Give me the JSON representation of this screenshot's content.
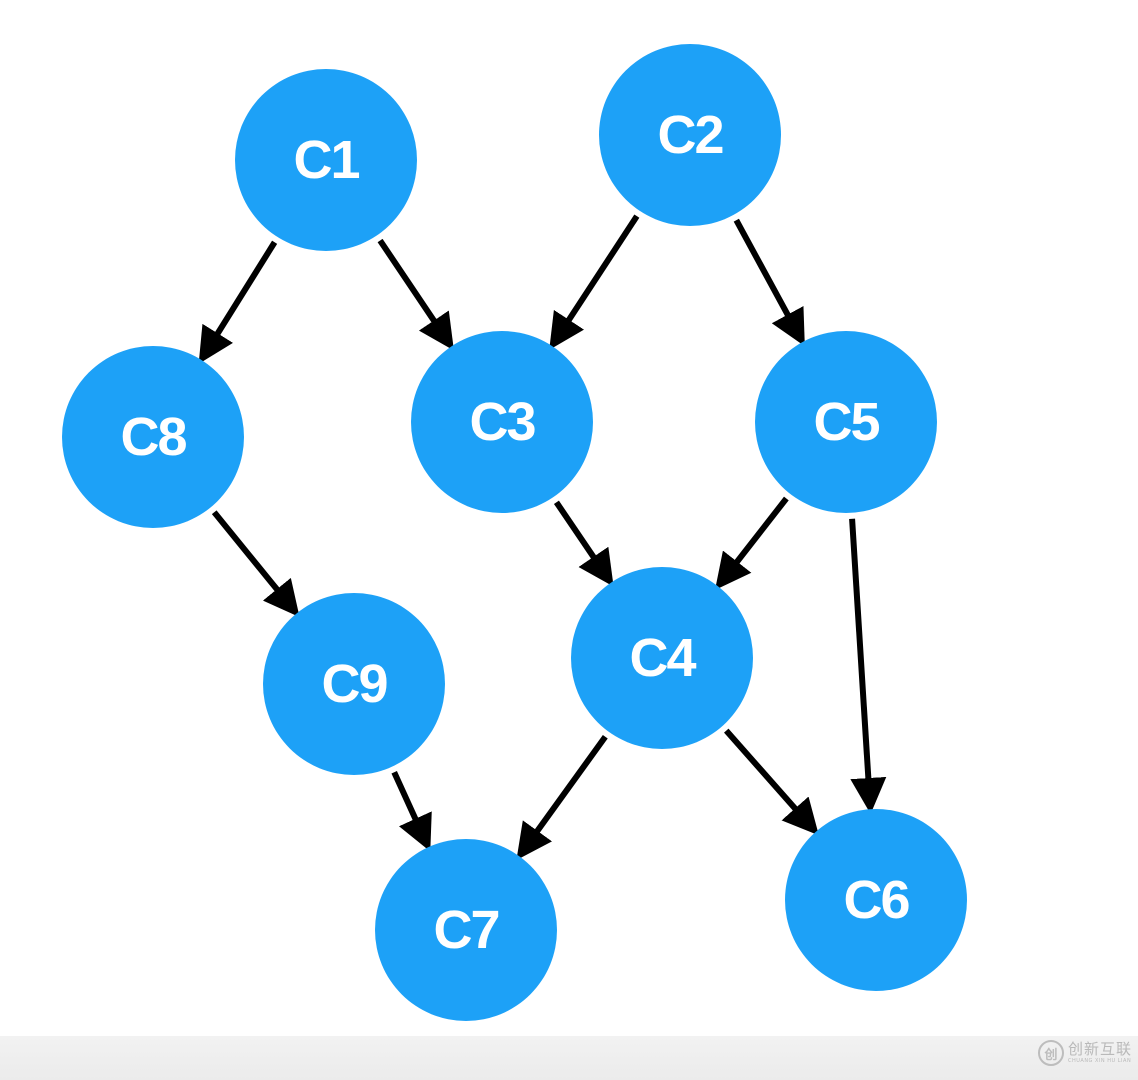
{
  "diagram": {
    "node_color": "#1da1f7",
    "label_color": "#ffffff",
    "edge_color": "#000000",
    "nodes": [
      {
        "id": "C1",
        "label": "C1"
      },
      {
        "id": "C2",
        "label": "C2"
      },
      {
        "id": "C3",
        "label": "C3"
      },
      {
        "id": "C4",
        "label": "C4"
      },
      {
        "id": "C5",
        "label": "C5"
      },
      {
        "id": "C6",
        "label": "C6"
      },
      {
        "id": "C7",
        "label": "C7"
      },
      {
        "id": "C8",
        "label": "C8"
      },
      {
        "id": "C9",
        "label": "C9"
      }
    ],
    "edges": [
      {
        "from": "C1",
        "to": "C8"
      },
      {
        "from": "C1",
        "to": "C3"
      },
      {
        "from": "C2",
        "to": "C3"
      },
      {
        "from": "C2",
        "to": "C5"
      },
      {
        "from": "C8",
        "to": "C9"
      },
      {
        "from": "C3",
        "to": "C4"
      },
      {
        "from": "C5",
        "to": "C4"
      },
      {
        "from": "C5",
        "to": "C6"
      },
      {
        "from": "C9",
        "to": "C7"
      },
      {
        "from": "C4",
        "to": "C7"
      },
      {
        "from": "C4",
        "to": "C6"
      }
    ]
  },
  "watermark": {
    "logo_text": "创",
    "name": "创新互联",
    "subtitle": "CHUANG XIN HU LIAN"
  }
}
